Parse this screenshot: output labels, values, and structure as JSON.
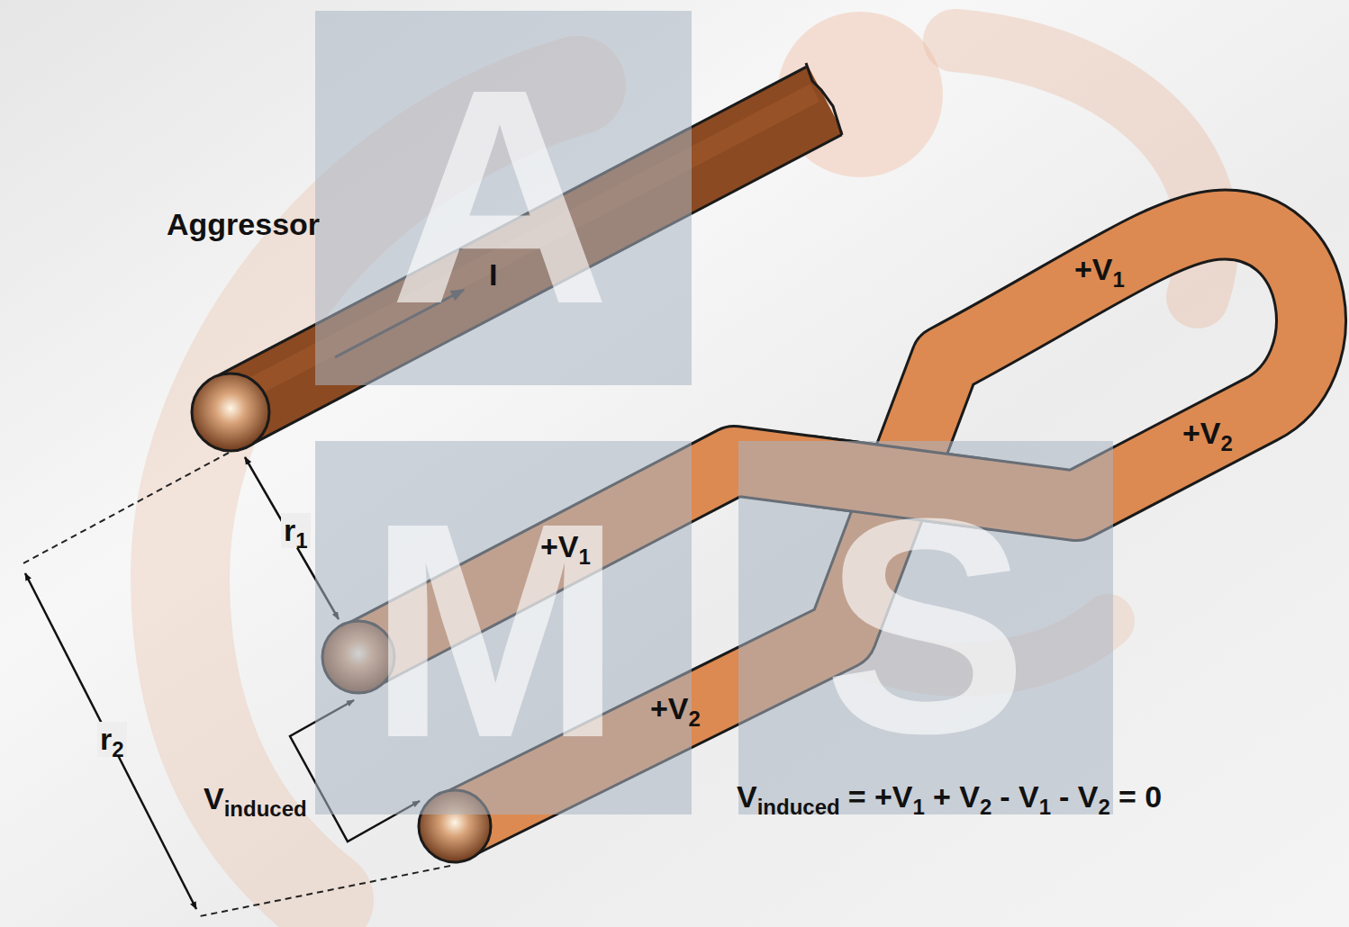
{
  "diagram": {
    "labels": [
      "A",
      "M",
      "S",
      "Aggressor",
      "I",
      "+V",
      "1",
      "+V",
      "2",
      "+V",
      "1",
      "+V",
      "2",
      "r",
      "1",
      "r",
      "2",
      "V",
      "induced",
      "V",
      "induced",
      "= +V",
      "1",
      "+ V",
      "2",
      "- V",
      "1",
      "- V",
      "2",
      "= 0"
    ]
  }
}
